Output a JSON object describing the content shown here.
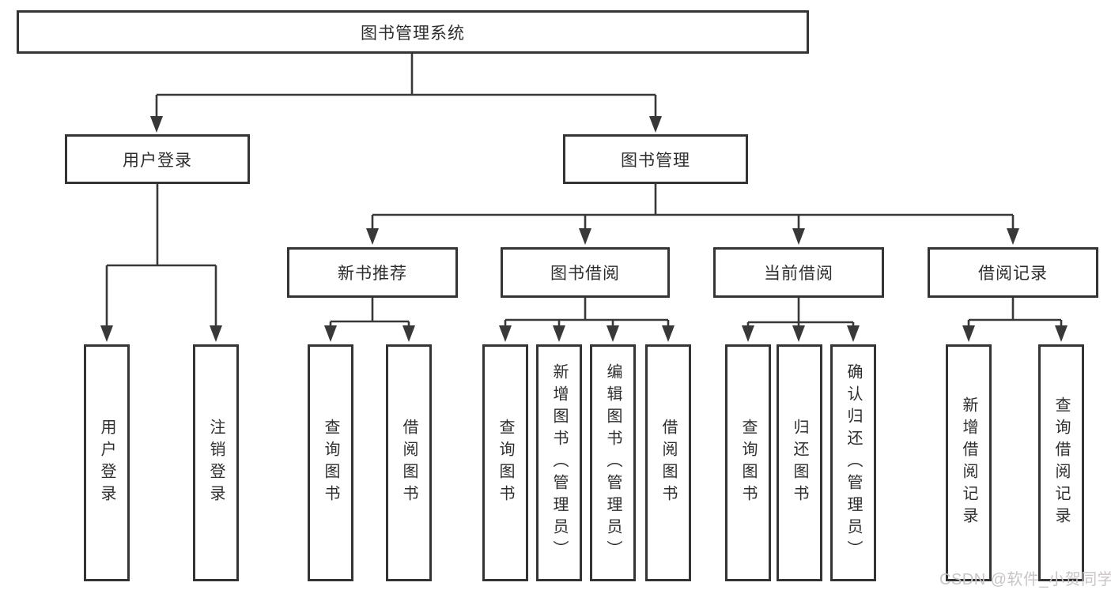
{
  "tree": {
    "label": "图书管理系统",
    "children": [
      {
        "label": "用户登录",
        "children": [
          {
            "label": "用户登录"
          },
          {
            "label": "注销登录"
          }
        ]
      },
      {
        "label": "图书管理",
        "children": [
          {
            "label": "新书推荐",
            "children": [
              {
                "label": "查询图书"
              },
              {
                "label": "借阅图书"
              }
            ]
          },
          {
            "label": "图书借阅",
            "children": [
              {
                "label": "查询图书"
              },
              {
                "label": "新增图书（管理员）"
              },
              {
                "label": "编辑图书（管理员）"
              },
              {
                "label": "借阅图书"
              }
            ]
          },
          {
            "label": "当前借阅",
            "children": [
              {
                "label": "查询图书"
              },
              {
                "label": "归还图书"
              },
              {
                "label": "确认归还（管理员）"
              }
            ]
          },
          {
            "label": "借阅记录",
            "children": [
              {
                "label": "新增借阅记录"
              },
              {
                "label": "查询借阅记录"
              }
            ]
          }
        ]
      }
    ]
  },
  "watermark": "CSDN @软件_小贺同学",
  "colors": {
    "line": "#383838",
    "border": "#343434",
    "text": "#2e2e2e",
    "watermark": "#c9c5c7",
    "background": "#ffffff"
  }
}
